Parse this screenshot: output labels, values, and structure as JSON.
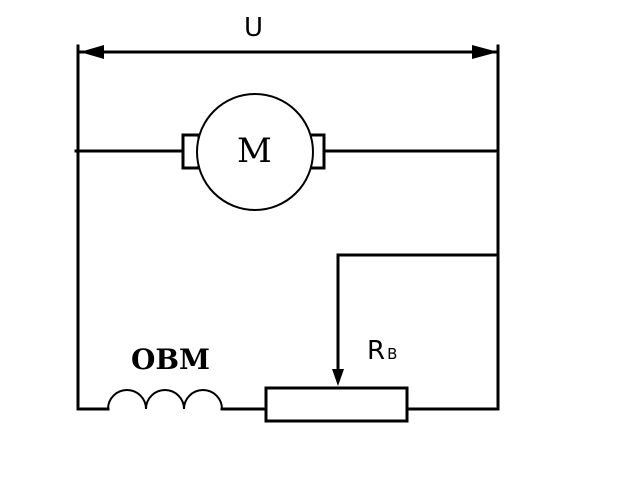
{
  "labels": {
    "voltage": "U",
    "motor": "M",
    "field_winding": "ОВМ",
    "rheostat_main": "R",
    "rheostat_sub": "В"
  },
  "colors": {
    "line": "#000000",
    "background": "#ffffff"
  }
}
